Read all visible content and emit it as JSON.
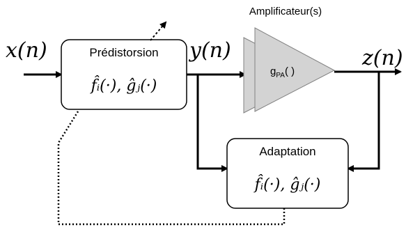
{
  "signals": {
    "input": "x(n)",
    "predistorted": "y(n)",
    "output": "z(n)"
  },
  "blocks": {
    "predistorsion": {
      "title": "Prédistorsion",
      "function": "f̂ᵢ(·), ĝⱼ(·)"
    },
    "amplifier": {
      "caption": "Amplificateur(s)",
      "label": "gPA( )",
      "label_main": "g",
      "label_sub": "PA",
      "label_args": "( )"
    },
    "adaptation": {
      "title": "Adaptation",
      "function": "f̂ᵢ(·), ĝⱼ(·)"
    }
  },
  "colors": {
    "line": "#000000",
    "block_fill": "#ffffff",
    "amplifier_fill": "#d3d3d3",
    "amplifier_stroke": "#808080"
  }
}
